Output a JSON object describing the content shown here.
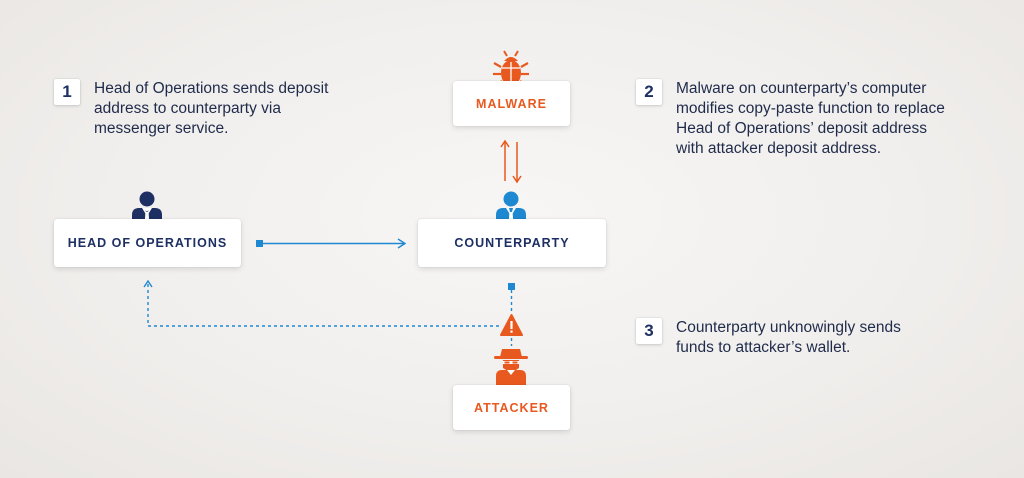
{
  "colors": {
    "navy": "#1d2f63",
    "blue": "#1e88d0",
    "orange": "#e8591f"
  },
  "steps": [
    {
      "number": "1",
      "lines": [
        "Head of Operations sends deposit",
        "address to counterparty via",
        "messenger service."
      ]
    },
    {
      "number": "2",
      "lines": [
        "Malware on counterparty’s computer",
        "modifies copy-paste function to replace",
        "Head of Operations’ deposit address",
        "with attacker deposit address."
      ]
    },
    {
      "number": "3",
      "lines": [
        "Counterparty unknowingly sends",
        "funds to attacker’s wallet."
      ]
    }
  ],
  "nodes": {
    "head_of_operations": {
      "label": "HEAD OF OPERATIONS",
      "icon": "person-icon"
    },
    "counterparty": {
      "label": "COUNTERPARTY",
      "icon": "person-icon"
    },
    "malware": {
      "label": "MALWARE",
      "icon": "bug-icon"
    },
    "attacker": {
      "label": "ATTACKER",
      "icon": "hacker-icon"
    }
  }
}
